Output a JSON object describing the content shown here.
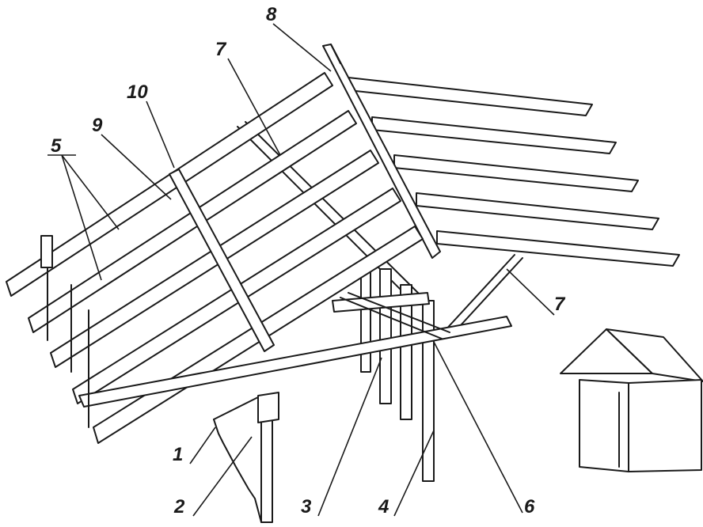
{
  "figure": {
    "callouts": [
      {
        "id": "c1",
        "text": "1"
      },
      {
        "id": "c2",
        "text": "2"
      },
      {
        "id": "c3",
        "text": "3"
      },
      {
        "id": "c4",
        "text": "4"
      },
      {
        "id": "c5",
        "text": "5"
      },
      {
        "id": "c6",
        "text": "6"
      },
      {
        "id": "c7a",
        "text": "7"
      },
      {
        "id": "c7b",
        "text": "7"
      },
      {
        "id": "c8",
        "text": "8"
      },
      {
        "id": "c9",
        "text": "9"
      },
      {
        "id": "c10",
        "text": "10"
      }
    ]
  }
}
